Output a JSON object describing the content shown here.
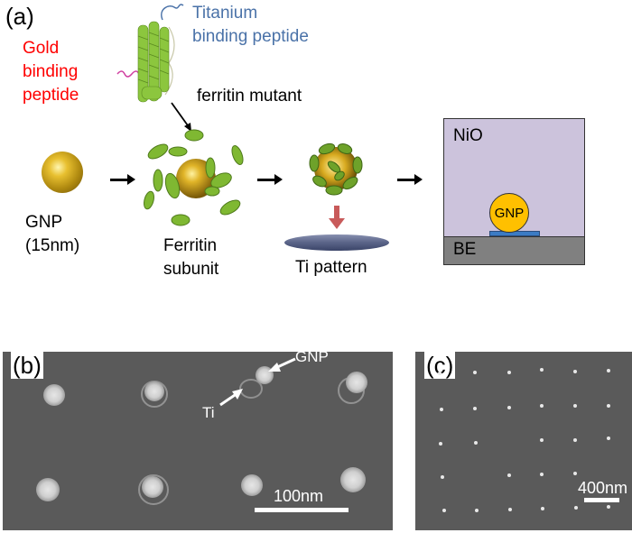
{
  "panel_a": {
    "letter": "(a)",
    "gold_peptide": [
      "Gold",
      "binding",
      "peptide"
    ],
    "titanium_peptide": [
      "Titanium",
      "binding peptide"
    ],
    "ferritin_mutant": "ferritin mutant",
    "gnp": [
      "GNP",
      "(15nm)"
    ],
    "ferritin_subunit": [
      "Ferritin",
      "subunit"
    ],
    "ti_pattern": "Ti pattern",
    "device": {
      "top_layer": "NiO",
      "particle": "GNP",
      "bottom_layer": "BE"
    },
    "colors": {
      "gold_label": "#ff0000",
      "titanium_label": "#4a72a8",
      "nio": "#ccc3dc",
      "be": "#808080",
      "gnp": "#ffc000",
      "ti_pad": "#3b7bc4",
      "ferritin_green": "#7fb832",
      "down_arrow": "#c85a5a"
    }
  },
  "panel_b": {
    "letter": "(b)",
    "annotations": [
      "GNP",
      "Ti"
    ],
    "scale_bar": "100nm"
  },
  "panel_c": {
    "letter": "(c)",
    "scale_bar": "400nm"
  }
}
